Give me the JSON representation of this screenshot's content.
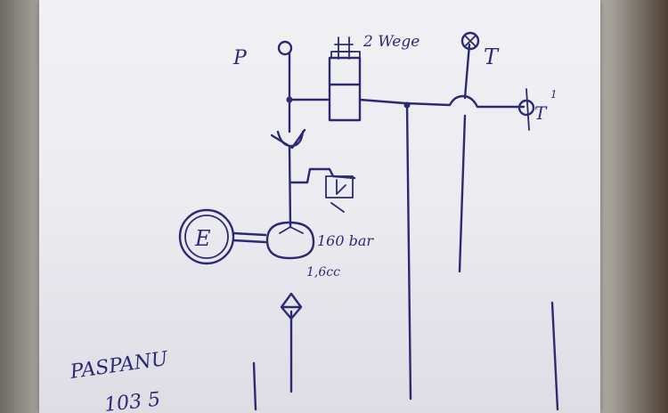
{
  "diagram": {
    "labels": {
      "pump_port": "P",
      "tank_port": "T",
      "tank_port_2": "T",
      "tank_port_2_superscript": "1",
      "directional_valve": "2 Wege",
      "relief_valve_pressure": "160 bar",
      "pump_displacement": "1,6cc",
      "motor": "E",
      "bottom_note_line1": "PASPANU",
      "bottom_note_line2": "103 5"
    },
    "ink_color": "#2d2a73",
    "paper_color": "#efeff3"
  }
}
